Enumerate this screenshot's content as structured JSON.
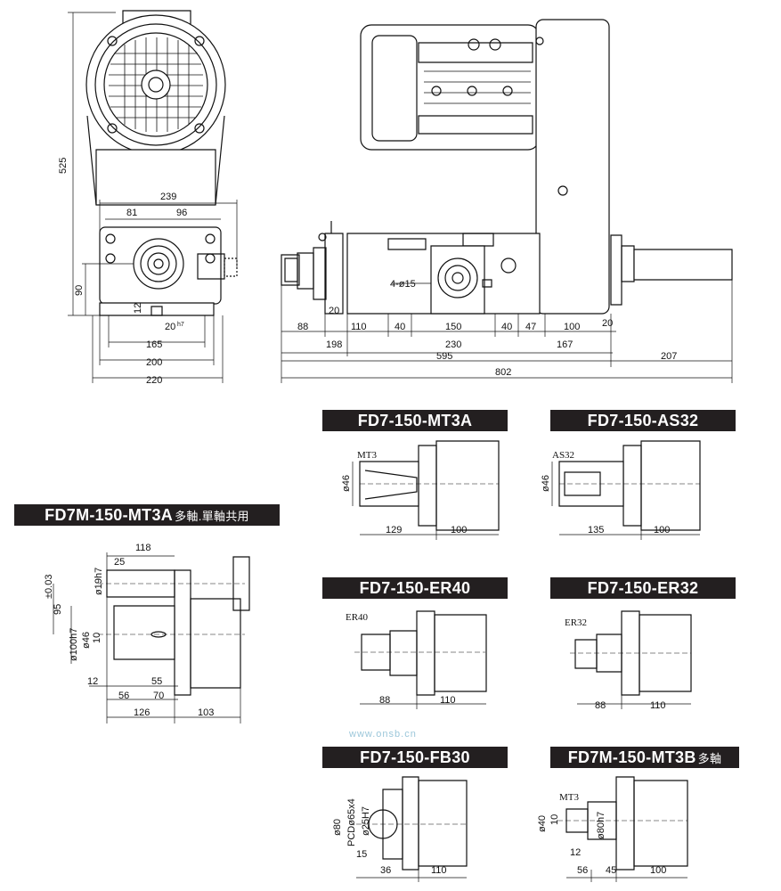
{
  "views": {
    "top_front": {
      "dims": [
        "525",
        "239",
        "81",
        "96",
        "90",
        "12",
        "20",
        "h7",
        "165",
        "200",
        "220"
      ]
    },
    "top_side": {
      "dims": [
        "4-ø15",
        "20",
        "88",
        "110",
        "40",
        "150",
        "40",
        "47",
        "100",
        "20",
        "198",
        "230",
        "167",
        "595",
        "207",
        "802"
      ]
    }
  },
  "variants": [
    {
      "title": "FD7-150-MT3A",
      "sub": "",
      "labels": [
        "MT3",
        "ø46"
      ],
      "dims": [
        "129",
        "100"
      ]
    },
    {
      "title": "FD7-150-AS32",
      "sub": "",
      "labels": [
        "AS32",
        "ø46"
      ],
      "dims": [
        "135",
        "100"
      ]
    },
    {
      "title": "FD7M-150-MT3A",
      "sub": "多軸.單軸共用",
      "labels": [
        "118",
        "25",
        "ø19h7",
        "±0.03",
        "95",
        "ø100h7",
        "ø46",
        "10"
      ],
      "dims": [
        "12",
        "55",
        "56",
        "70",
        "126",
        "103"
      ]
    },
    {
      "title": "FD7-150-ER40",
      "sub": "",
      "labels": [
        "ER40"
      ],
      "dims": [
        "88",
        "110"
      ]
    },
    {
      "title": "FD7-150-ER32",
      "sub": "",
      "labels": [
        "ER32"
      ],
      "dims": [
        "88",
        "110"
      ]
    },
    {
      "title": "FD7-150-FB30",
      "sub": "",
      "labels": [
        "ø80",
        "PCDø65x4",
        "ø25H7"
      ],
      "dims": [
        "15",
        "36",
        "110"
      ]
    },
    {
      "title": "FD7M-150-MT3B",
      "sub": "多軸",
      "labels": [
        "MT3",
        "ø40",
        "10",
        "ø80h7",
        "12"
      ],
      "dims": [
        "56",
        "45",
        "100"
      ]
    }
  ],
  "watermark": "www.onsb.cn",
  "colors": {
    "ink": "#111111",
    "banner_bg": "#231f20",
    "banner_text": "#ffffff",
    "body_fill": "#f2f2f2",
    "watermark": "#9cc7da"
  }
}
